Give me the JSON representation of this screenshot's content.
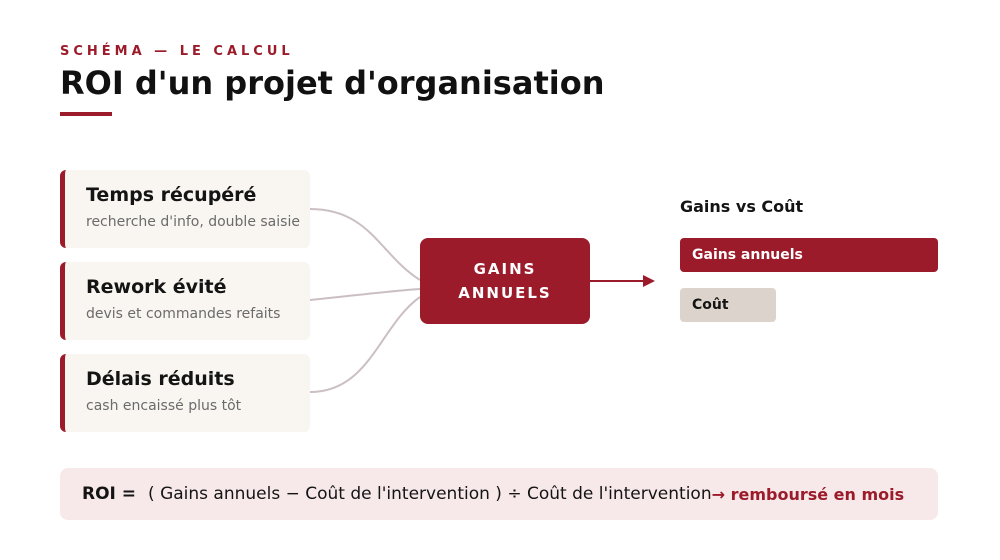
{
  "header": {
    "eyebrow": "SCHÉMA — LE CALCUL",
    "title": "ROI d'un projet d'organisation"
  },
  "sources": [
    {
      "title": "Temps récupéré",
      "subtitle": "recherche d'info, double saisie"
    },
    {
      "title": "Rework évité",
      "subtitle": "devis et commandes refaits"
    },
    {
      "title": "Délais réduits",
      "subtitle": "cash encaissé plus tôt"
    }
  ],
  "hub": {
    "line1": "GAINS",
    "line2": "ANNUELS"
  },
  "comparison": {
    "title": "Gains vs Coût",
    "bars": [
      {
        "label": "Gains annuels",
        "relative_value": 1.0
      },
      {
        "label": "Coût",
        "relative_value": 0.373
      }
    ]
  },
  "formula": {
    "label": "ROI =",
    "expression": "( Gains annuels − Coût de l'intervention ) ÷ Coût de l'intervention",
    "result": "→ remboursé en mois"
  },
  "colors": {
    "accent": "#9b1b2a",
    "card_bg": "#f9f6f2",
    "cost_bar": "#dcd4cc",
    "connector": "#cbbfc3",
    "formula_bg": "#f7e9ea"
  }
}
